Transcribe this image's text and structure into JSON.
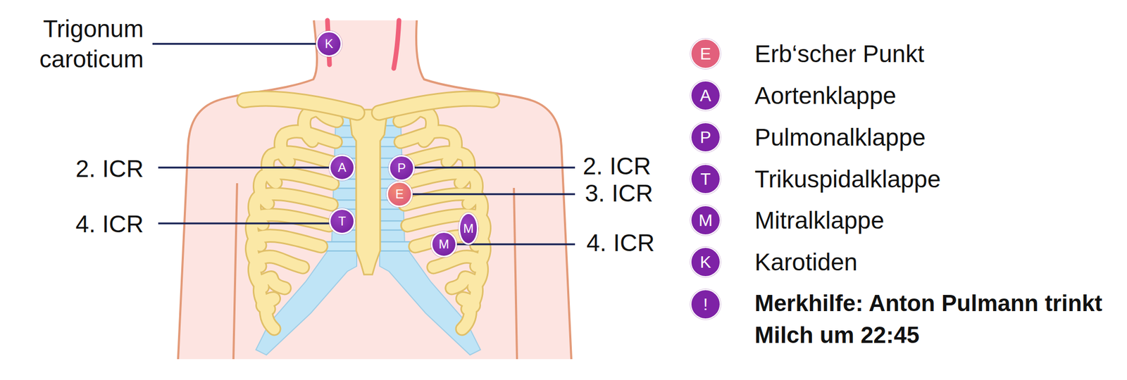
{
  "diagram": {
    "nodes": [
      {
        "text": [
          "K"
        ]
      },
      {
        "text": [
          "A"
        ]
      },
      {
        "text": [
          "P"
        ]
      },
      {
        "text": [
          "E"
        ]
      },
      {
        "text": [
          "T"
        ]
      },
      {
        "text": [
          "M"
        ]
      },
      {
        "text": [
          "M"
        ]
      }
    ],
    "labels": [
      "Trigonum caroticum",
      "2. ICR",
      "4. ICR",
      "2. ICR",
      "3. ICR",
      "4. ICR",
      "E",
      "A",
      "P",
      "T",
      "M",
      "K",
      "!"
    ],
    "legend": [
      {
        "text": "Erb‘scher Punkt",
        "color": "#e2607c"
      },
      {
        "text": "Aortenklappe",
        "color": "#7e22a6"
      },
      {
        "text": "Pulmonalklappe",
        "color": "#7e22a6"
      },
      {
        "text": "Trikuspidalklappe",
        "color": "#7e22a6"
      },
      {
        "text": "Mitralklappe",
        "color": "#7e22a6"
      },
      {
        "text": "Karotiden",
        "color": "#7e22a6"
      },
      {
        "text": "Merkhilfe: Anton Pulmann trinkt Milch um 22:45",
        "color": "#7e22a6"
      }
    ]
  }
}
